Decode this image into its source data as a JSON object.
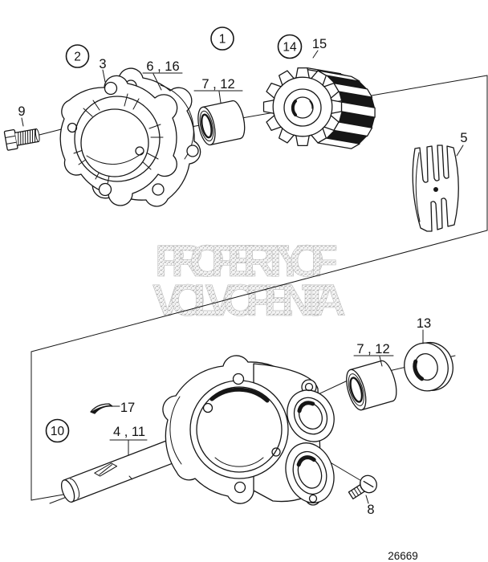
{
  "figure": {
    "watermark": {
      "line1": "PROPERTY OF",
      "line2": "VOLVO PENTA"
    },
    "drawing_number": "26669",
    "callouts": {
      "c1": "1",
      "c2": "2",
      "c3": "3",
      "c5": "5",
      "c6_16": "6 , 16",
      "c7_12_top": "7 , 12",
      "c7_12_bottom": "7 , 12",
      "c8": "8",
      "c9": "9",
      "c10": "10",
      "c13": "13",
      "c14": "14",
      "c15": "15",
      "c4_11": "4 , 11",
      "c17": "17"
    },
    "colors": {
      "line": "#1a1a1a",
      "label": "#111111",
      "watermark": "#bdbdbd",
      "background": "#ffffff"
    }
  }
}
